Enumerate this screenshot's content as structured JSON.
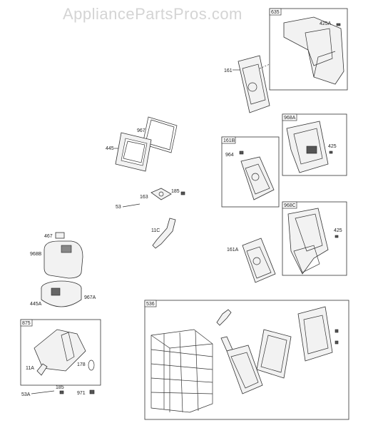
{
  "watermark": "AppliancePartsPros.com",
  "labels": {
    "l635": "635",
    "l425a": "425A",
    "l161": "161",
    "l967": "967",
    "l445": "445",
    "l968a": "968A",
    "l161b": "161B",
    "l964": "964",
    "l425_top": "425",
    "l163": "163",
    "l185_top": "185",
    "l53": "53",
    "l11c": "11C",
    "l968c": "968C",
    "l425_mid": "425",
    "l161a": "161A",
    "l467": "467",
    "l968b": "968B",
    "l445a": "445A",
    "l967a": "967A",
    "l536": "536",
    "l875": "875",
    "l11a": "11A",
    "l178": "178",
    "l53a": "53A",
    "l185_bot": "185",
    "l971": "971"
  }
}
